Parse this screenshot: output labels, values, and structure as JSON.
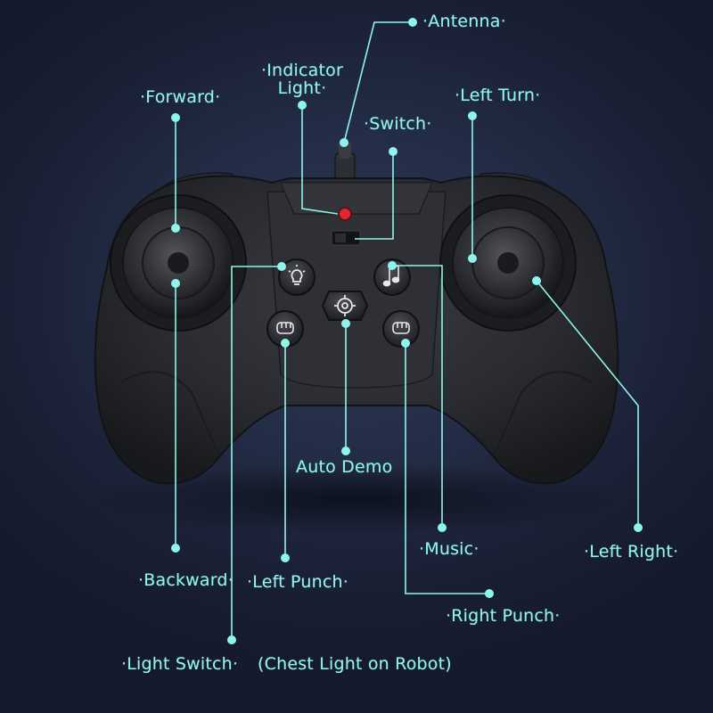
{
  "labels": {
    "antenna": "Antenna",
    "indicator_light_1": "Indicator",
    "indicator_light_2": "Light",
    "forward": "Forward",
    "left_turn": "Left Turn",
    "switch": "Switch",
    "auto_demo": "Auto Demo",
    "backward": "Backward",
    "left_punch": "Left Punch",
    "music": "Music",
    "left_right": "Left Right",
    "right_punch": "Right Punch",
    "light_switch": "Light Switch",
    "chest_light": "(Chest Light on Robot)"
  },
  "decor": {
    "dot": "·"
  },
  "colors": {
    "accent": "#8ff5ec",
    "controller": "#2a2b30",
    "indicator_led": "#e0282e",
    "background": "#1b2236"
  }
}
